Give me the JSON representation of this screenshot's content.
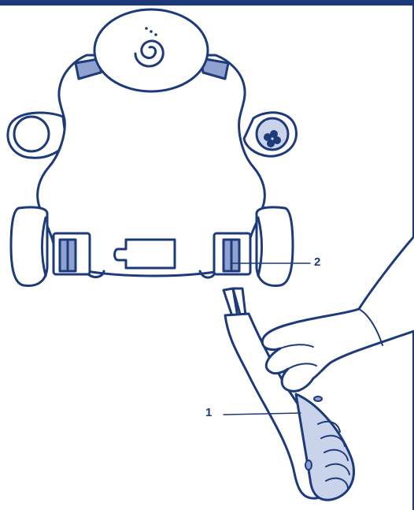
{
  "colors": {
    "outline": "#1d3a7a",
    "fill": "#ffffff",
    "shade": "#c9d3ea",
    "mid": "#8fa1cf"
  },
  "callouts": [
    {
      "number": "2",
      "target": "clip-latch"
    },
    {
      "number": "1",
      "target": "handle"
    }
  ],
  "icons": [
    "spiral-logo-icon",
    "vent-icon"
  ]
}
